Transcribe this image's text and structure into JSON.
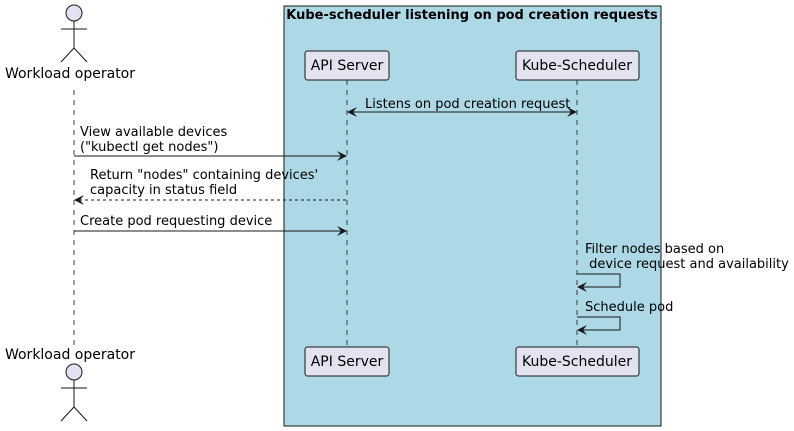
{
  "box": {
    "title": "Kube-scheduler listening on pod creation requests",
    "fill": "#ADD8E6"
  },
  "participants": {
    "operator": {
      "label": "Workload operator",
      "kind": "actor"
    },
    "api": {
      "label": "API Server",
      "kind": "participant"
    },
    "scheduler": {
      "label": "Kube-Scheduler",
      "kind": "participant"
    }
  },
  "messages": [
    {
      "from": "api",
      "to": "scheduler",
      "style": "bidirectional",
      "lines": [
        "Listens on pod creation request"
      ]
    },
    {
      "from": "operator",
      "to": "api",
      "style": "solid",
      "lines": [
        "View available devices",
        "(\"kubectl get nodes\")"
      ]
    },
    {
      "from": "api",
      "to": "operator",
      "style": "dashed",
      "lines": [
        "Return \"nodes\" containing devices'",
        "capacity in status field"
      ]
    },
    {
      "from": "operator",
      "to": "api",
      "style": "solid",
      "lines": [
        "Create pod requesting device"
      ]
    },
    {
      "from": "scheduler",
      "to": "scheduler",
      "style": "self",
      "lines": [
        "Filter nodes based on",
        " device request and availability"
      ]
    },
    {
      "from": "scheduler",
      "to": "scheduler",
      "style": "self",
      "lines": [
        "Schedule pod"
      ]
    }
  ],
  "colors": {
    "participant_fill": "#E2E2F0",
    "border": "#181818",
    "lifeline": "#181818"
  }
}
